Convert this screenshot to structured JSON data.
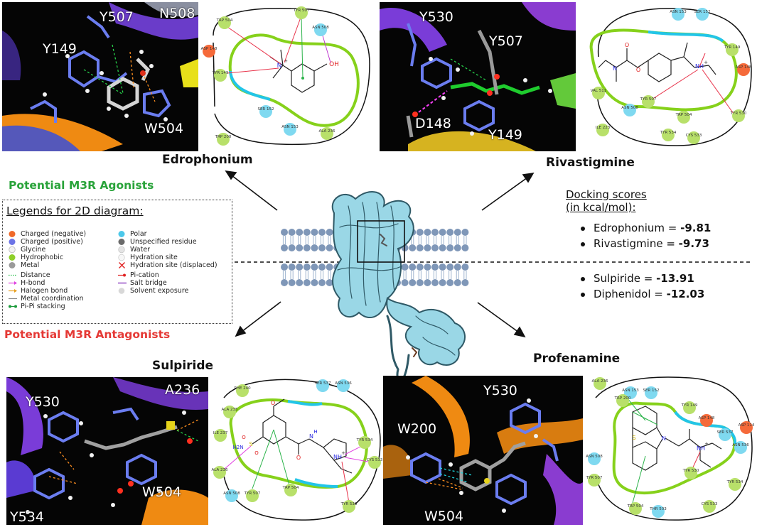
{
  "drugs": {
    "edrophonium": "Edrophonium",
    "rivastigmine": "Rivastigmine",
    "sulpiride": "Sulpiride",
    "profenamine": "Profenamine"
  },
  "headers": {
    "agonists": "Potential M3R Agonists",
    "antagonists": "Potential M3R Antagonists"
  },
  "legend": {
    "title": "Legends for 2D diagram:",
    "left": [
      {
        "label": "Charged (negative)",
        "icon": "orange-sphere-icon"
      },
      {
        "label": "Charged (positive)",
        "icon": "blue-sphere-icon"
      },
      {
        "label": "Glycine",
        "icon": "white-sphere-icon"
      },
      {
        "label": "Hydrophobic",
        "icon": "green-sphere-icon"
      },
      {
        "label": "Metal",
        "icon": "gray-sphere-icon"
      },
      {
        "label": "Distance",
        "icon": "dotted-line-icon"
      },
      {
        "label": "H-bond",
        "icon": "arrow-magenta-icon"
      },
      {
        "label": "Halogen bond",
        "icon": "arrow-orange-icon"
      },
      {
        "label": "Metal coordination",
        "icon": "line-gray-icon"
      },
      {
        "label": "Pi-Pi stacking",
        "icon": "green-dots-line-icon"
      }
    ],
    "right": [
      {
        "label": "Polar",
        "icon": "cyan-sphere-icon"
      },
      {
        "label": "Unspecified residue",
        "icon": "dark-gray-sphere-icon"
      },
      {
        "label": "Water",
        "icon": "light-sphere-icon"
      },
      {
        "label": "Hydration site",
        "icon": "pale-sphere-icon"
      },
      {
        "label": "Hydration site (displaced)",
        "icon": "red-x-icon"
      },
      {
        "label": "Pi-cation",
        "icon": "red-dot-line-icon"
      },
      {
        "label": "Salt bridge",
        "icon": "purple-line-icon"
      },
      {
        "label": "Solvent exposure",
        "icon": "gray-disc-icon"
      }
    ]
  },
  "docking": {
    "title_line1": "Docking scores",
    "title_line2": "(in kcal/mol):",
    "scores": [
      {
        "name": "Edrophonium = ",
        "value": "-9.81"
      },
      {
        "name": "Rivastigmine = ",
        "value": "-9.73"
      },
      {
        "name": "Sulpiride = ",
        "value": "-13.91"
      },
      {
        "name": "Diphenidol = ",
        "value": "-12.03"
      }
    ]
  },
  "panels3d": {
    "edrophonium": [
      "Y507",
      "N508",
      "Y149",
      "W504"
    ],
    "rivastigmine": [
      "Y530",
      "Y507",
      "D148",
      "Y149"
    ],
    "sulpiride": [
      "Y530",
      "A236",
      "W504",
      "Y534"
    ],
    "profenamine": [
      "Y530",
      "W200",
      "W504"
    ]
  },
  "panels2d": {
    "edrophonium": {
      "residues": [
        "TRP 504",
        "TYR 507",
        "ASN 508",
        "ASP 148",
        "TYR 149",
        "SER 152",
        "ASN 153",
        "TRP 200",
        "ALA 236"
      ],
      "atoms": [
        "N",
        "+",
        "OH"
      ]
    },
    "rivastigmine": {
      "residues": [
        "ASN 153",
        "SER 152",
        "TYR 149",
        "ASP 148",
        "VAL 511",
        "ASN 508",
        "TYR 507",
        "TRP 504",
        "TYR 530",
        "ILE 223",
        "TYR 534",
        "CYS 533"
      ],
      "atoms": [
        "N",
        "O",
        "O",
        "NH",
        "+"
      ]
    },
    "sulpiride": {
      "residues": [
        "PHE 240",
        "ALA 235",
        "ILE 237",
        "ALA 236",
        "SER 537",
        "ASN 536",
        "TYR 534",
        "CYS 533",
        "TYR 530",
        "ASN 508",
        "TYR 507",
        "TRP 504"
      ],
      "atoms": [
        "O",
        "S",
        "O",
        "O",
        "H2N",
        "O",
        "N",
        "H",
        "NH",
        "+"
      ]
    },
    "profenamine": {
      "residues": [
        "ALA 236",
        "ASN 153",
        "SER 152",
        "TYR 149",
        "TRP 200",
        "ASP 148",
        "SER 537",
        "ASP 114",
        "ASN 536",
        "ASN 508",
        "TYR 507",
        "TYR 530",
        "TYR 534",
        "TRP 504",
        "THR 503",
        "CYS 533"
      ],
      "atoms": [
        "S",
        "N",
        "NH",
        "+"
      ]
    }
  },
  "colors": {
    "agonist_green": "#29a33a",
    "antagonist_red": "#e53935",
    "pocket_green": "#86d11b",
    "pocket_cyan": "#22c5e8",
    "protein_cyan": "#8fd3e3",
    "membrane_blue": "#7f97b8"
  }
}
